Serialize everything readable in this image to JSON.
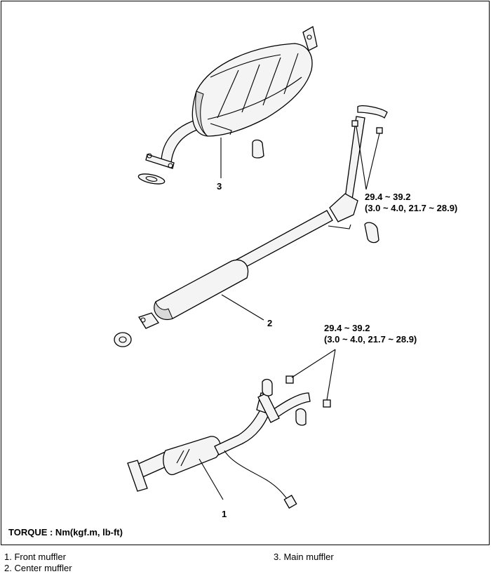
{
  "callouts": {
    "part1": "1",
    "part2": "2",
    "part3": "3"
  },
  "torque_spec_upper": {
    "range": "29.4 ~ 39.2",
    "conversion": "(3.0 ~ 4.0, 21.7 ~ 28.9)"
  },
  "torque_spec_lower": {
    "range": "29.4 ~ 39.2",
    "conversion": "(3.0 ~ 4.0, 21.7 ~ 28.9)"
  },
  "torque_unit": "TORQUE : Nm(kgf.m, lb-ft)",
  "legend": [
    "1. Front muffler",
    "2. Center muffler",
    "3. Main muffler"
  ]
}
